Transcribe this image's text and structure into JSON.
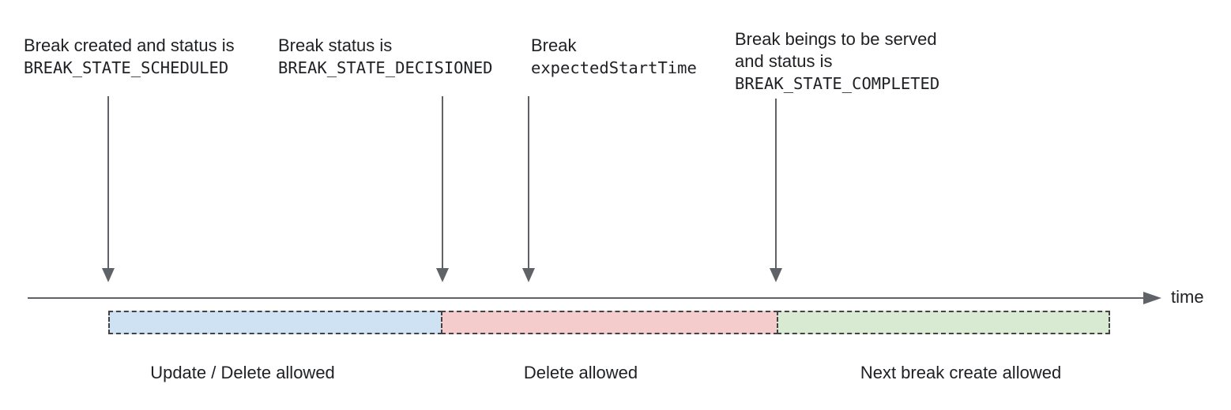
{
  "annotations": [
    {
      "text": "Break created and status is",
      "code": "BREAK_STATE_SCHEDULED"
    },
    {
      "text": "Break status is",
      "code": "BREAK_STATE_DECISIONED"
    },
    {
      "text": "Break",
      "code": "expectedStartTime"
    },
    {
      "text": "Break beings to be served",
      "text2": "and status is",
      "code": "BREAK_STATE_COMPLETED"
    }
  ],
  "timeline": {
    "axis_label": "time"
  },
  "segments": [
    {
      "label": "Update / Delete allowed",
      "color": "#cfe2f3"
    },
    {
      "label": "Delete allowed",
      "color": "#f4cccc"
    },
    {
      "label": "Next break create allowed",
      "color": "#d9ead3"
    }
  ],
  "colors": {
    "arrow": "#5f6368",
    "segment_border": "#434343",
    "text": "#202124"
  }
}
